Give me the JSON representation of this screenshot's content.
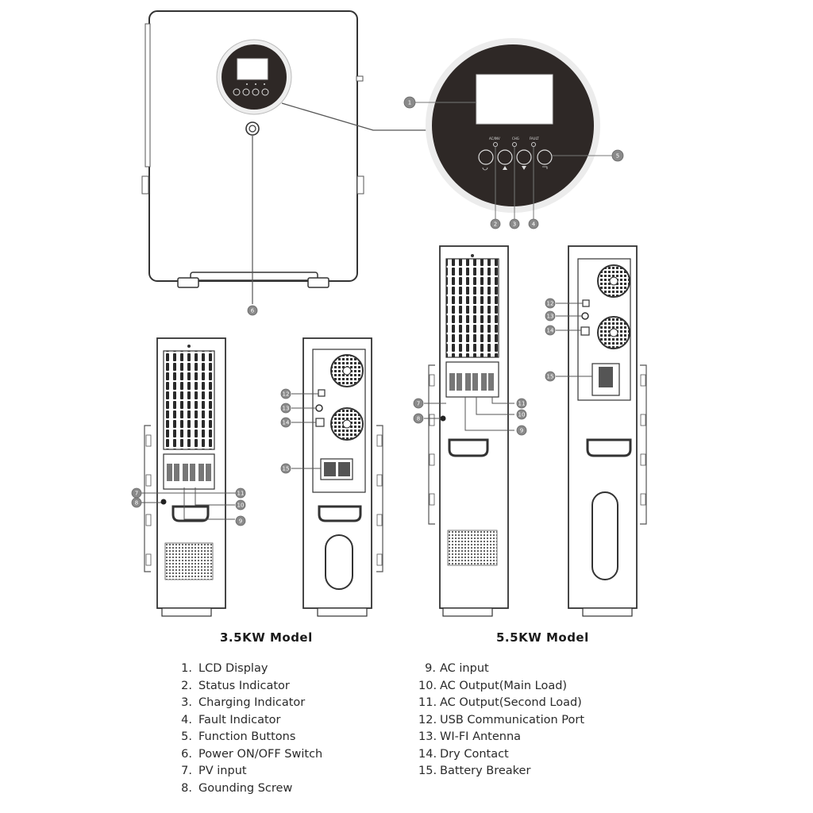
{
  "captions": {
    "left_model": "3.5KW Model",
    "right_model": "5.5KW Model"
  },
  "panel_labels": {
    "status": "AC/INV",
    "charging": "CHG",
    "fault": "FAULT"
  },
  "callout_numbers": [
    "1",
    "2",
    "3",
    "4",
    "5",
    "6",
    "7",
    "8",
    "9",
    "10",
    "11",
    "12",
    "13",
    "14",
    "15"
  ],
  "legend_left": [
    {
      "num": "1.",
      "label": "LCD Display"
    },
    {
      "num": "2.",
      "label": "Status Indicator"
    },
    {
      "num": "3.",
      "label": "Charging Indicator"
    },
    {
      "num": "4.",
      "label": "Fault Indicator"
    },
    {
      "num": "5.",
      "label": "Function Buttons"
    },
    {
      "num": "6.",
      "label": "Power ON/OFF Switch"
    },
    {
      "num": "7.",
      "label": "PV input"
    },
    {
      "num": "8.",
      "label": "Gounding Screw"
    }
  ],
  "legend_right": [
    {
      "num": "9.",
      "label": "AC input"
    },
    {
      "num": "10.",
      "label": "AC Output(Main Load)"
    },
    {
      "num": "11.",
      "label": "AC Output(Second Load)"
    },
    {
      "num": "12.",
      "label": "USB Communication Port"
    },
    {
      "num": "13.",
      "label": "WI-FI Antenna"
    },
    {
      "num": "14.",
      "label": "Dry Contact"
    },
    {
      "num": "15.",
      "label": "Battery Breaker"
    }
  ],
  "colors": {
    "outline": "#333333",
    "panel_dark": "#2e2826",
    "callout_fill": "#8a8a8a",
    "leader": "#555555"
  }
}
